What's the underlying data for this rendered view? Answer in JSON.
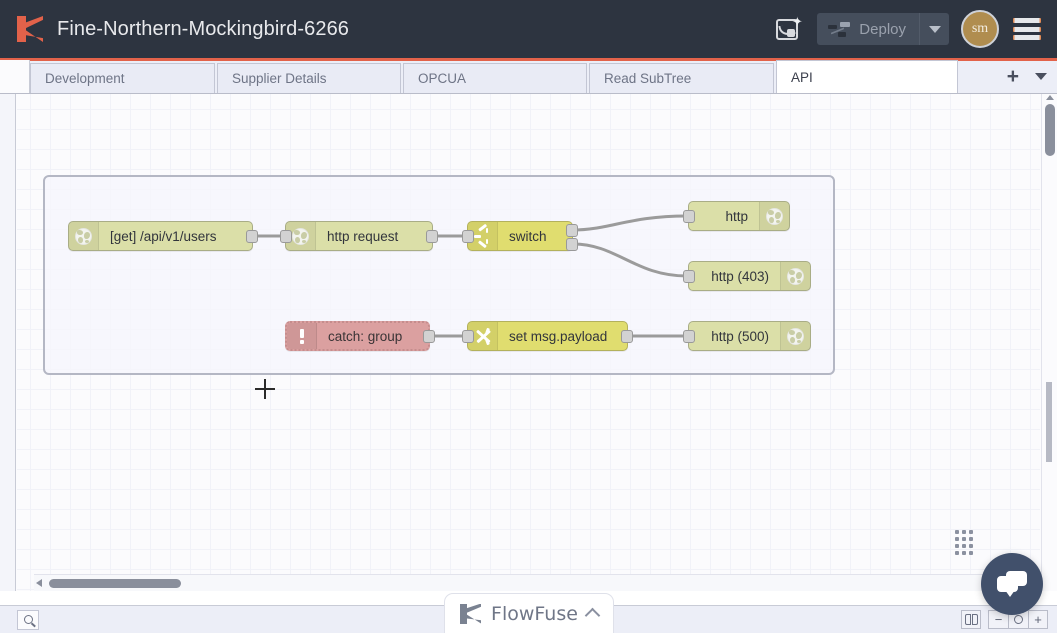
{
  "header": {
    "logo_icon": "flowfuse-logo-icon",
    "title": "Fine-Northern-Mockingbird-6266",
    "ai_icon": "ai-assistant-icon",
    "deploy_label": "Deploy",
    "deploy_icon": "deploy-nodes-icon",
    "deploy_caret_icon": "chevron-down-icon",
    "avatar_initials": "sm",
    "menu_icon": "hamburger-menu-icon",
    "accent_color": "#e2624a",
    "background_color": "#2d3440"
  },
  "tabbar": {
    "tabs": [
      {
        "label": "Development",
        "active": false
      },
      {
        "label": "Supplier Details",
        "active": false
      },
      {
        "label": "OPCUA",
        "active": false
      },
      {
        "label": "Read SubTree",
        "active": false
      },
      {
        "label": "API",
        "active": true
      }
    ],
    "add_tab_label": "+",
    "add_tab_icon": "plus-icon",
    "tab_menu_icon": "chevron-down-icon"
  },
  "canvas": {
    "group": {
      "label": ""
    },
    "nodes": [
      {
        "id": "http-in",
        "label": "[get] /api/v1/users",
        "type": "http-in",
        "icon": "globe-icon",
        "color": "#dbdfa8"
      },
      {
        "id": "http-request",
        "label": "http request",
        "type": "http-request",
        "icon": "globe-icon",
        "color": "#dbdfa8"
      },
      {
        "id": "switch",
        "label": "switch",
        "type": "switch",
        "icon": "fork-icon",
        "color": "#e0dd6f"
      },
      {
        "id": "http-resp-200",
        "label": "http",
        "type": "http-response",
        "icon": "globe-icon",
        "color": "#dbdfa8"
      },
      {
        "id": "http-resp-403",
        "label": "http (403)",
        "type": "http-response",
        "icon": "globe-icon",
        "color": "#dbdfa8"
      },
      {
        "id": "catch",
        "label": "catch: group",
        "type": "catch",
        "icon": "alert-icon",
        "color": "#dba0a0"
      },
      {
        "id": "change",
        "label": "set msg.payload",
        "type": "change",
        "icon": "swap-arrows-icon",
        "color": "#e0dd6f"
      },
      {
        "id": "http-resp-500",
        "label": "http (500)",
        "type": "http-response",
        "icon": "globe-icon",
        "color": "#dbdfa8"
      }
    ]
  },
  "footer": {
    "search_icon": "search-icon",
    "flowfuse_label": "FlowFuse",
    "flowfuse_caret_icon": "chevron-up-icon",
    "navigator_icon": "navigator-map-icon",
    "zoom_out_label": "−",
    "zoom_reset_icon": "zoom-reset-icon",
    "zoom_in_label": "+"
  },
  "chat": {
    "icon": "chat-bubbles-icon",
    "drag_handle_icon": "drag-dots-icon",
    "color": "#41506b"
  }
}
